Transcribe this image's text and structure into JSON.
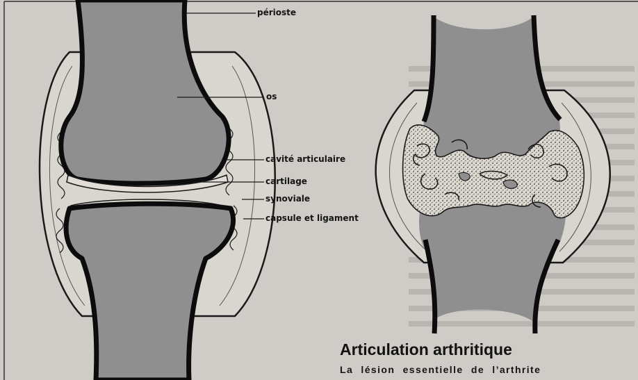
{
  "labels": {
    "periosteum": "périoste",
    "bone": "os",
    "joint_cavity": "cavité articulaire",
    "cartilage": "cartilage",
    "synovial": "synoviale",
    "capsule": "capsule et ligament"
  },
  "article": {
    "title": "Articulation arthritique",
    "caption": "La lésion essentielle de l’arthrite"
  }
}
